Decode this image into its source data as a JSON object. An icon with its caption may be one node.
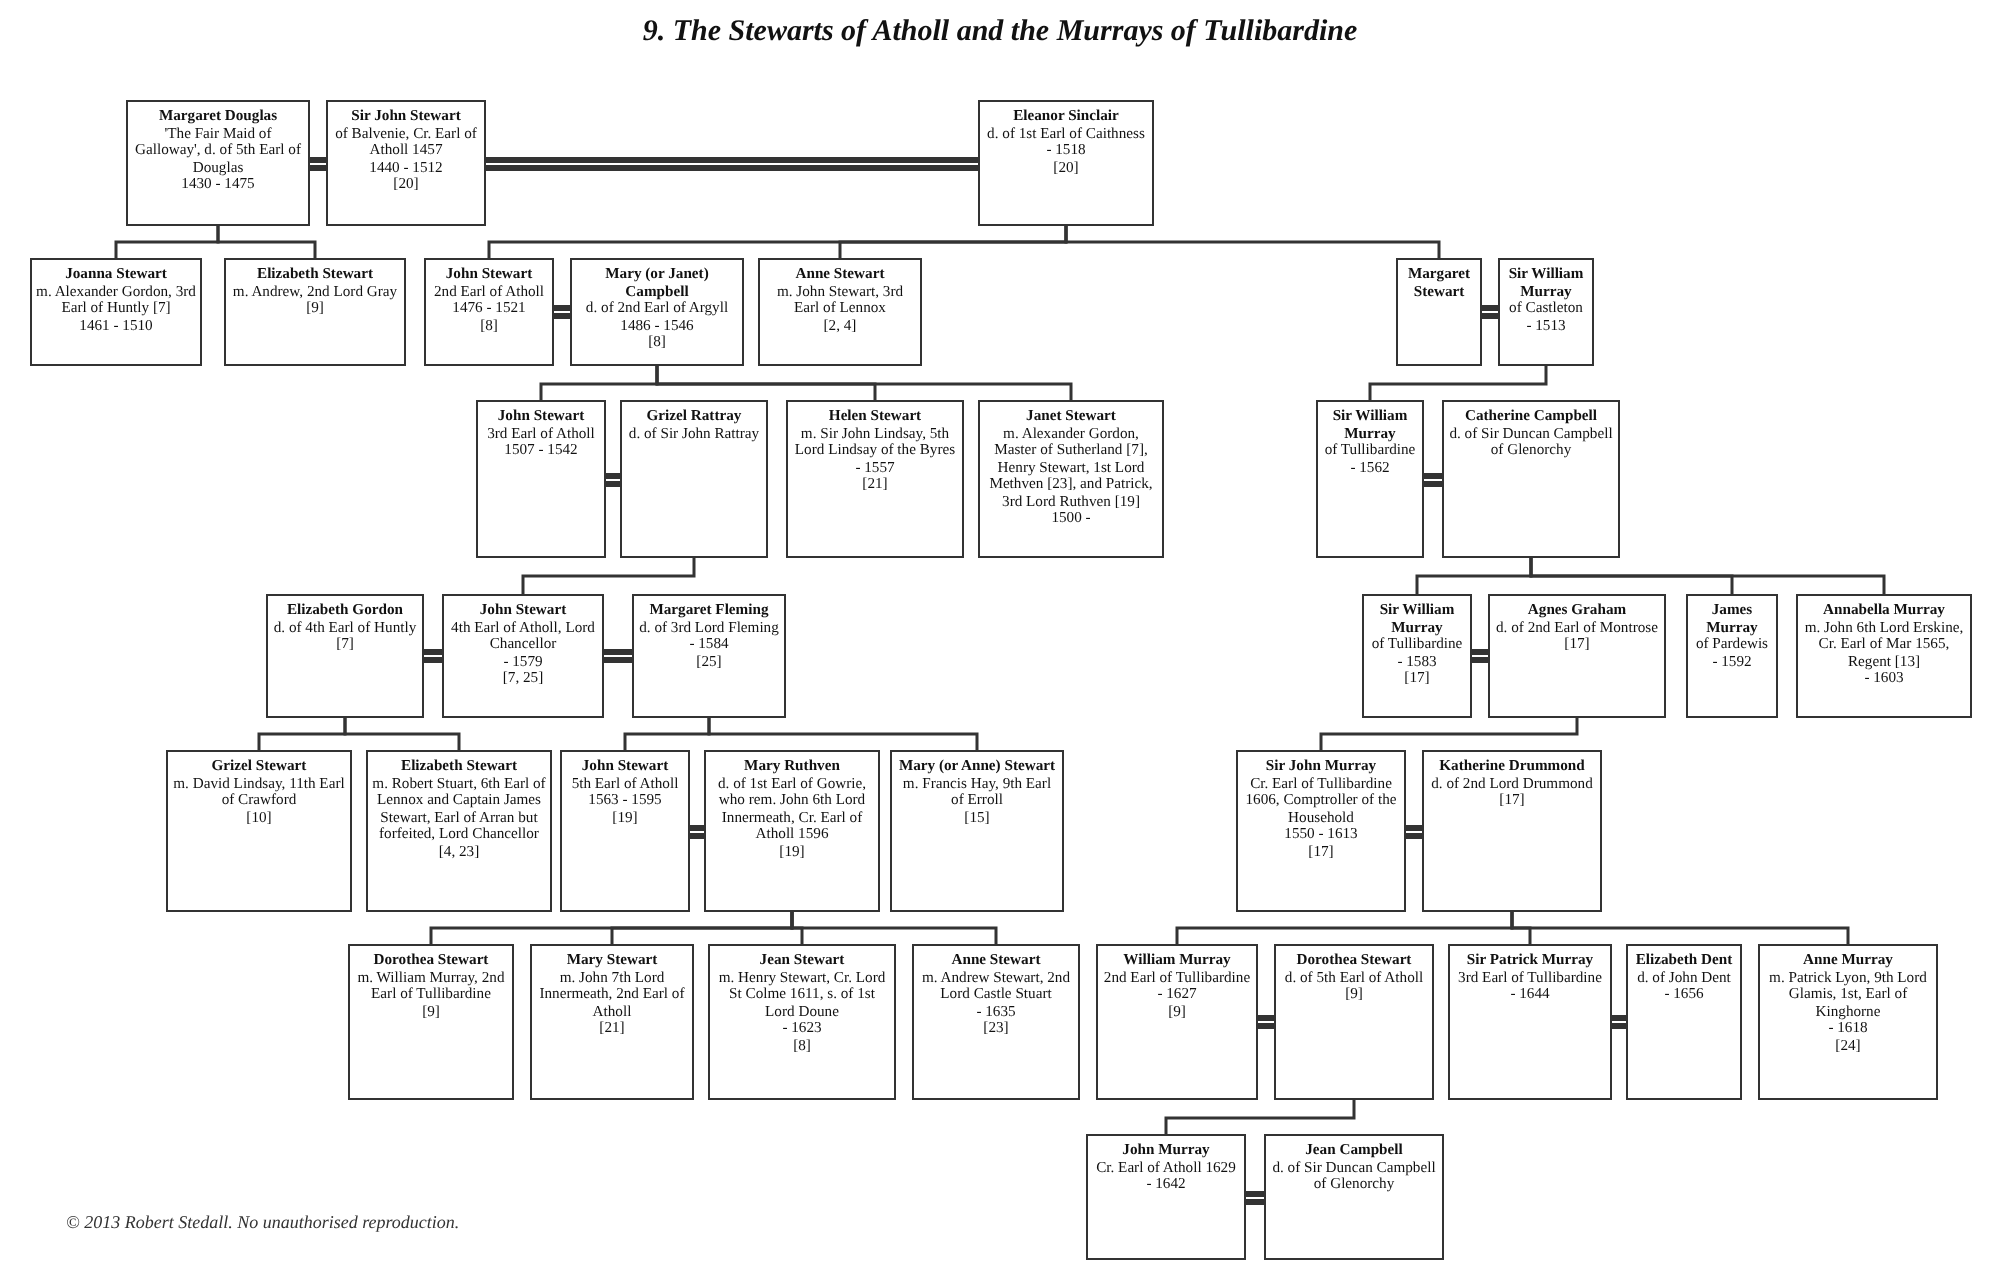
{
  "diagram": {
    "title": "9.  The Stewarts of Atholl and the Murrays of Tullibardine",
    "nodes": [
      {
        "text": [
          "Margaret Douglas",
          "'The Fair Maid of Galloway', d. of 5th Earl of Douglas",
          "1430 - 1475"
        ]
      },
      {
        "text": [
          "Sir John Stewart",
          "of Balvenie, Cr. Earl of Atholl 1457",
          "1440 - 1512",
          "[20]"
        ]
      },
      {
        "text": [
          "Eleanor Sinclair",
          "d. of 1st Earl of Caithness",
          "- 1518",
          "[20]"
        ]
      },
      {
        "text": [
          "Joanna Stewart",
          "m. Alexander Gordon, 3rd Earl of Huntly [7]",
          "1461 - 1510"
        ]
      },
      {
        "text": [
          "Elizabeth Stewart",
          "m. Andrew, 2nd Lord Gray",
          "[9]"
        ]
      },
      {
        "text": [
          "John Stewart",
          "2nd Earl of Atholl",
          "1476 - 1521",
          "[8]"
        ]
      },
      {
        "text": [
          "Mary (or Janet) Campbell",
          "d. of 2nd Earl of Argyll",
          "1486 - 1546",
          "[8]"
        ]
      },
      {
        "text": [
          "Anne Stewart",
          "m. John Stewart, 3rd Earl of Lennox",
          "[2, 4]"
        ]
      },
      {
        "text": [
          "Margaret Stewart"
        ]
      },
      {
        "text": [
          "Sir William Murray",
          "of Castleton",
          "- 1513"
        ]
      },
      {
        "text": [
          "John Stewart",
          "3rd Earl of Atholl",
          "1507 - 1542"
        ]
      },
      {
        "text": [
          "Grizel Rattray",
          "d. of Sir John Rattray"
        ]
      },
      {
        "text": [
          "Helen Stewart",
          "m. Sir John Lindsay, 5th Lord Lindsay of the Byres",
          "- 1557",
          "[21]"
        ]
      },
      {
        "text": [
          "Janet Stewart",
          "m. Alexander Gordon, Master of Sutherland [7], Henry Stewart, 1st Lord Methven [23], and Patrick, 3rd Lord Ruthven [19]",
          "1500 -"
        ]
      },
      {
        "text": [
          "Sir William Murray",
          "of Tullibardine",
          "- 1562"
        ]
      },
      {
        "text": [
          "Catherine Campbell",
          "d. of Sir Duncan Campbell of Glenorchy"
        ]
      },
      {
        "text": [
          "Elizabeth Gordon",
          "d. of 4th Earl of Huntly",
          "[7]"
        ]
      },
      {
        "text": [
          "John Stewart",
          "4th Earl of Atholl, Lord Chancellor",
          "- 1579",
          "[7, 25]"
        ]
      },
      {
        "text": [
          "Margaret Fleming",
          "d. of 3rd Lord Fleming",
          "- 1584",
          "[25]"
        ]
      },
      {
        "text": [
          "Sir William Murray",
          "of Tullibardine",
          "- 1583",
          "[17]"
        ]
      },
      {
        "text": [
          "Agnes Graham",
          "d. of 2nd Earl of Montrose",
          "[17]"
        ]
      },
      {
        "text": [
          "James Murray",
          "of Pardewis",
          "- 1592"
        ]
      },
      {
        "text": [
          "Annabella Murray",
          "m. John 6th Lord Erskine, Cr. Earl of Mar 1565, Regent [13]",
          "- 1603"
        ]
      },
      {
        "text": [
          "Grizel Stewart",
          "m. David Lindsay, 11th Earl of Crawford",
          "[10]"
        ]
      },
      {
        "text": [
          "Elizabeth Stewart",
          "m. Robert Stuart, 6th Earl of Lennox and Captain James Stewart, Earl of Arran but forfeited, Lord Chancellor",
          "[4, 23]"
        ]
      },
      {
        "text": [
          "John Stewart",
          "5th Earl of Atholl",
          "1563 - 1595",
          "[19]"
        ]
      },
      {
        "text": [
          "Mary Ruthven",
          "d. of 1st Earl of Gowrie, who rem. John 6th Lord Innermeath, Cr. Earl of Atholl 1596",
          "[19]"
        ]
      },
      {
        "text": [
          "Mary (or Anne) Stewart",
          "m. Francis Hay, 9th Earl of Erroll",
          "[15]"
        ]
      },
      {
        "text": [
          "Sir John Murray",
          "Cr. Earl of Tullibardine 1606, Comptroller of the Household",
          "1550 - 1613",
          "[17]"
        ]
      },
      {
        "text": [
          "Katherine Drummond",
          "d. of 2nd Lord Drummond",
          "[17]"
        ]
      },
      {
        "text": [
          "Dorothea Stewart",
          "m. William Murray, 2nd Earl of Tullibardine",
          "[9]"
        ]
      },
      {
        "text": [
          "Mary Stewart",
          "m. John 7th Lord Innermeath, 2nd Earl of Atholl",
          "[21]"
        ]
      },
      {
        "text": [
          "Jean Stewart",
          "m. Henry Stewart, Cr. Lord St Colme 1611, s. of 1st Lord Doune",
          "- 1623",
          "[8]"
        ]
      },
      {
        "text": [
          "Anne Stewart",
          "m. Andrew Stewart, 2nd Lord Castle Stuart",
          "- 1635",
          "[23]"
        ]
      },
      {
        "text": [
          "William Murray",
          "2nd Earl of Tullibardine",
          "- 1627",
          "[9]"
        ]
      },
      {
        "text": [
          "Dorothea Stewart",
          "d. of 5th Earl of Atholl",
          "[9]"
        ]
      },
      {
        "text": [
          "Sir Patrick Murray",
          "3rd Earl of Tullibardine",
          "- 1644"
        ]
      },
      {
        "text": [
          "Elizabeth Dent",
          "d. of John Dent",
          "- 1656"
        ]
      },
      {
        "text": [
          "Anne Murray",
          "m. Patrick Lyon, 9th Lord Glamis, 1st, Earl of Kinghorne",
          "- 1618",
          "[24]"
        ]
      },
      {
        "text": [
          "John Murray",
          "Cr. Earl of Atholl 1629",
          "- 1642"
        ]
      },
      {
        "text": [
          "Jean Campbell",
          "d. of Sir Duncan Campbell of Glenorchy"
        ]
      }
    ],
    "edges": [
      {
        "from": 0,
        "to": 1,
        "arrow": "none",
        "style": "thick"
      },
      {
        "from": 1,
        "to": 2,
        "arrow": "none",
        "style": "thick"
      },
      {
        "from": 0,
        "to": 3,
        "arrow": "none"
      },
      {
        "from": 0,
        "to": 4,
        "arrow": "none"
      },
      {
        "from": 2,
        "to": 5,
        "arrow": "none"
      },
      {
        "from": 2,
        "to": 7,
        "arrow": "none"
      },
      {
        "from": 2,
        "to": 8,
        "arrow": "none"
      },
      {
        "from": 5,
        "to": 6,
        "arrow": "none",
        "style": "thick"
      },
      {
        "from": 8,
        "to": 9,
        "arrow": "none",
        "style": "thick"
      },
      {
        "from": 6,
        "to": 10,
        "arrow": "none"
      },
      {
        "from": 6,
        "to": 12,
        "arrow": "none"
      },
      {
        "from": 6,
        "to": 13,
        "arrow": "none"
      },
      {
        "from": 9,
        "to": 14,
        "arrow": "none"
      },
      {
        "from": 10,
        "to": 11,
        "arrow": "none",
        "style": "thick"
      },
      {
        "from": 14,
        "to": 15,
        "arrow": "none",
        "style": "thick"
      },
      {
        "from": 11,
        "to": 17,
        "arrow": "none"
      },
      {
        "from": 15,
        "to": 19,
        "arrow": "none"
      },
      {
        "from": 15,
        "to": 21,
        "arrow": "none"
      },
      {
        "from": 15,
        "to": 22,
        "arrow": "none"
      },
      {
        "from": 16,
        "to": 17,
        "arrow": "none",
        "style": "thick"
      },
      {
        "from": 17,
        "to": 18,
        "arrow": "none",
        "style": "thick"
      },
      {
        "from": 19,
        "to": 20,
        "arrow": "none",
        "style": "thick"
      },
      {
        "from": 16,
        "to": 23,
        "arrow": "none"
      },
      {
        "from": 16,
        "to": 24,
        "arrow": "none"
      },
      {
        "from": 18,
        "to": 25,
        "arrow": "none"
      },
      {
        "from": 18,
        "to": 27,
        "arrow": "none"
      },
      {
        "from": 20,
        "to": 28,
        "arrow": "none"
      },
      {
        "from": 25,
        "to": 26,
        "arrow": "none",
        "style": "thick"
      },
      {
        "from": 28,
        "to": 29,
        "arrow": "none",
        "style": "thick"
      },
      {
        "from": 26,
        "to": 30,
        "arrow": "none"
      },
      {
        "from": 26,
        "to": 31,
        "arrow": "none"
      },
      {
        "from": 26,
        "to": 32,
        "arrow": "none"
      },
      {
        "from": 26,
        "to": 33,
        "arrow": "none"
      },
      {
        "from": 29,
        "to": 34,
        "arrow": "none"
      },
      {
        "from": 29,
        "to": 36,
        "arrow": "none"
      },
      {
        "from": 29,
        "to": 38,
        "arrow": "none"
      },
      {
        "from": 34,
        "to": 35,
        "arrow": "none",
        "style": "thick"
      },
      {
        "from": 36,
        "to": 37,
        "arrow": "none",
        "style": "thick"
      },
      {
        "from": 35,
        "to": 39,
        "arrow": "none"
      },
      {
        "from": 39,
        "to": 40,
        "arrow": "none",
        "style": "thick"
      }
    ],
    "labels": [
      "© 2013 Robert Stedall. No unauthorised reproduction."
    ]
  }
}
